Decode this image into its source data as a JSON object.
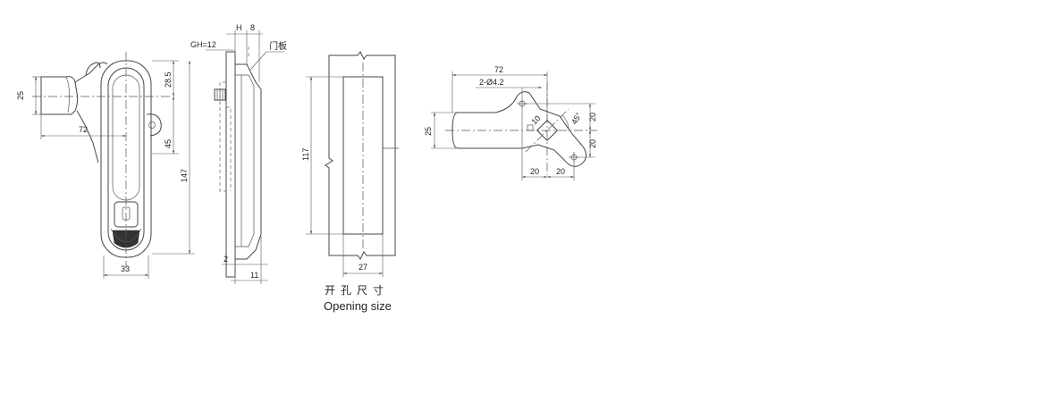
{
  "front_view": {
    "dim_25": "25",
    "dim_72": "72",
    "dim_28_5": "28.5",
    "dim_45": "45",
    "dim_147": "147",
    "dim_33": "33"
  },
  "side_view": {
    "dim_H": "H",
    "dim_8": "8",
    "gh_label": "GH=12",
    "door_panel_label": "门板",
    "dim_2": "2",
    "dim_11": "11"
  },
  "opening_view": {
    "dim_117": "117",
    "dim_27": "27",
    "caption_cn": "开孔尺寸",
    "caption_en": "Opening size"
  },
  "cam_view": {
    "dim_72": "72",
    "hole_label": "2-Ø4.2",
    "dim_25": "25",
    "dim_10": "10",
    "angle_45": "45°",
    "dim_20_top": "20",
    "dim_20_right": "20",
    "dim_20_bottom_left": "20",
    "dim_20_bottom_right": "20"
  }
}
